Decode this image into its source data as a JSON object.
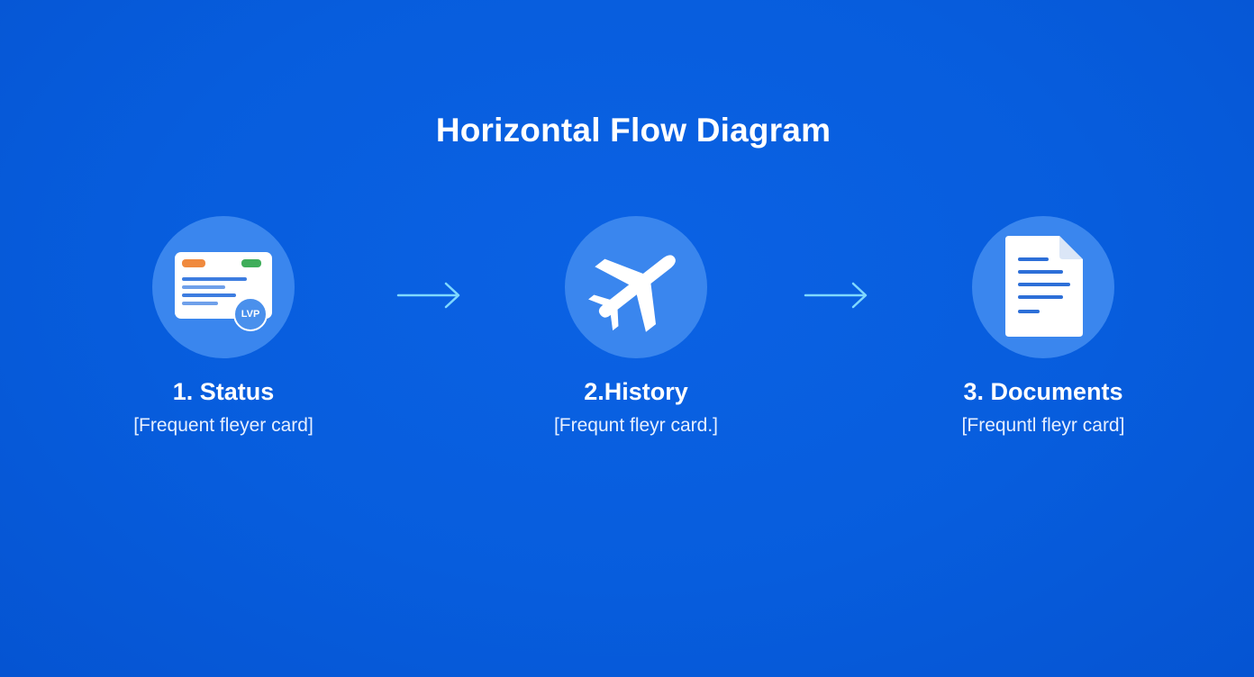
{
  "title": "Horizontal Flow Diagram",
  "steps": [
    {
      "label": "1. Status",
      "description": "[Frequent fleyer card]",
      "icon": "membership-card-icon",
      "badge": "LVP"
    },
    {
      "label": "2.History",
      "description": "[Frequnt fleyr card.]",
      "icon": "airplane-icon"
    },
    {
      "label": "3. Documents",
      "description": "[Frequntl fleyr card]",
      "icon": "document-icon"
    }
  ],
  "colors": {
    "background": "#075ddd",
    "circle": "#3a86ee",
    "arrow": "#7fd8ff",
    "card_orange": "#f08a3e",
    "card_green": "#3fae5a",
    "line_blue": "#2d6fd8"
  }
}
